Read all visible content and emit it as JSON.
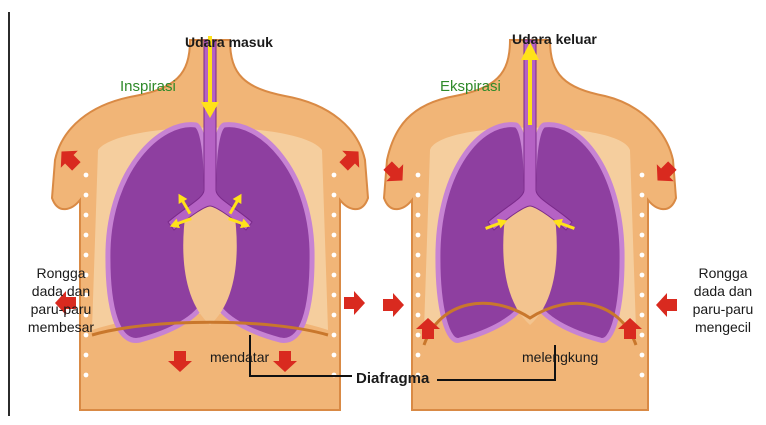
{
  "left_panel": {
    "title": "Inspirasi",
    "air_label": "Udara masuk",
    "side_label_lines": [
      "Rongga",
      "dada dan",
      "paru-paru",
      "membesar"
    ],
    "diaphragm_state": "mendatar"
  },
  "right_panel": {
    "title": "Ekspirasi",
    "air_label": "Udara keluar",
    "side_label_lines": [
      "Rongga",
      "dada dan",
      "paru-paru",
      "mengecil"
    ],
    "diaphragm_state": "melengkung"
  },
  "shared_label": "Diafragma",
  "colors": {
    "skin": "#f1b577",
    "skin_dark": "#d98a45",
    "chest_cavity": "#f6d2a4",
    "lung": "#8e3fa0",
    "lung_light": "#c783d3",
    "trachea": "#b562c4",
    "arrow_red": "#d92a1f",
    "arrow_yellow": "#ffe21a",
    "label_green": "#2f8a2a"
  }
}
